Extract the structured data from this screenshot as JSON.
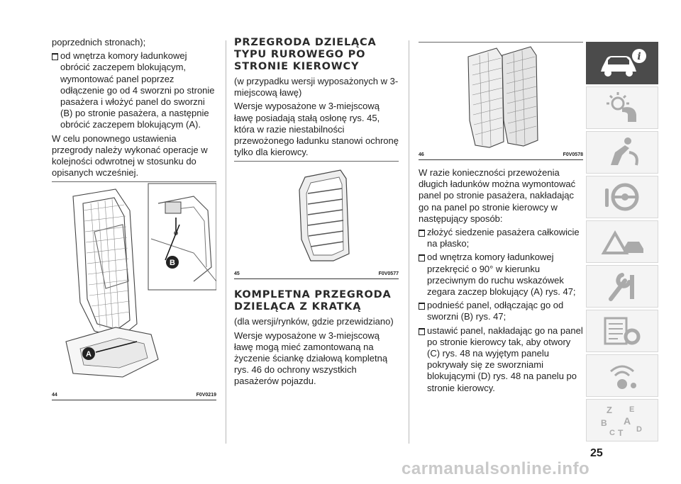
{
  "col1": {
    "paragraphs": [
      {
        "bullet": false,
        "text": "poprzednich stronach);"
      },
      {
        "bullet": true,
        "text": "od wnętrza komory ładunkowej obrócić zaczepem blokującym, wymontować panel poprzez odłączenie go od 4 sworzni po stronie pasażera i włożyć panel do sworzni (B) po stronie pasażera, a następnie obrócić zaczepem blokującym (A)."
      },
      {
        "bullet": false,
        "text": "W celu ponownego ustawienia przegrody należy wykonać operacje w kolejności odwrotnej w stosunku do opisanych wcześniej."
      }
    ],
    "figure": {
      "number": "44",
      "code": "F0V0219",
      "callouts": [
        "A",
        "B"
      ]
    }
  },
  "col2": {
    "section1": {
      "heading": "PRZEGRODA DZIELĄCA TYPU RUROWEGO PO STRONIE KIEROWCY",
      "paragraphs": [
        "(w przypadku wersji wyposażonych w 3-miejscową ławę)",
        "Wersje wyposażone w 3-miejscową ławę posiadają stałą osłonę rys. 45, która w razie niestabilności przewożonego ładunku stanowi ochronę tylko dla kierowcy."
      ]
    },
    "figure": {
      "number": "45",
      "code": "F0V0577"
    },
    "section2": {
      "heading": "KOMPLETNA PRZEGRODA DZIELĄCA Z KRATKĄ",
      "paragraphs": [
        "(dla wersji/rynków, gdzie przewidziano)",
        "Wersje wyposażone w 3-miejscową ławę mogą mieć zamontowaną na życzenie ściankę działową kompletną rys. 46 do ochrony wszystkich pasażerów pojazdu."
      ]
    }
  },
  "col3": {
    "figure": {
      "number": "46",
      "code": "F0V0578"
    },
    "paragraphs": [
      {
        "bullet": false,
        "text": "W razie konieczności przewożenia długich ładunków można wymontować panel po stronie pasażera, nakładając go na panel po stronie kierowcy w następujący sposób:"
      },
      {
        "bullet": true,
        "text": "złożyć siedzenie pasażera całkowicie na płasko;"
      },
      {
        "bullet": true,
        "text": "od wnętrza komory ładunkowej przekręcić o 90° w kierunku przeciwnym do ruchu wskazówek zegara zaczep blokujący (A) rys. 47;"
      },
      {
        "bullet": true,
        "text": "podnieść panel, odłączając go od sworzni (B) rys. 47;"
      },
      {
        "bullet": true,
        "text": "ustawić panel, nakładając go na panel po stronie kierowcy tak, aby otwory (C) rys. 48 na wyjętym panelu pokrywały się ze sworzniami blokującymi (D) rys. 48 na panelu po stronie kierowcy."
      }
    ]
  },
  "sidebar": {
    "tabs": [
      {
        "icon": "car-info-icon",
        "active": true
      },
      {
        "icon": "dashboard-lights-icon",
        "active": false
      },
      {
        "icon": "seat-airbag-icon",
        "active": false
      },
      {
        "icon": "steering-wheel-icon",
        "active": false
      },
      {
        "icon": "warning-triangle-icon",
        "active": false
      },
      {
        "icon": "wrench-icon",
        "active": false
      },
      {
        "icon": "specifications-icon",
        "active": false
      },
      {
        "icon": "multimedia-icon",
        "active": false
      },
      {
        "icon": "index-letters-icon",
        "active": false
      }
    ],
    "index_letters": [
      "Z",
      "E",
      "B",
      "A",
      "C",
      "T",
      "D"
    ]
  },
  "page_number": "25",
  "watermark": "carmanualsonline.info",
  "colors": {
    "text": "#1f1f1f",
    "active_tab": "#4b4b4b",
    "tab_bg": "#f4f4f4",
    "watermark": "#c9c9c9"
  }
}
